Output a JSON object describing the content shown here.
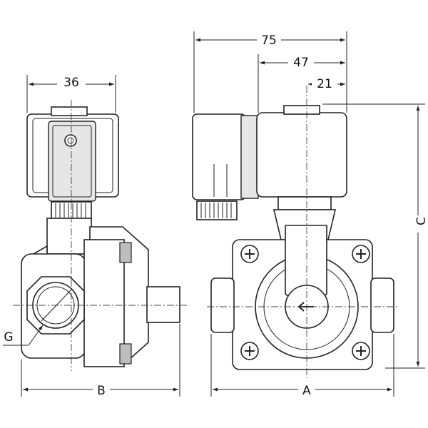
{
  "dimensions": {
    "left_width": "36",
    "overall_width": "75",
    "offset_47": "47",
    "offset_21": "21",
    "height_c": "C",
    "thread_g": "G",
    "length_b": "B",
    "length_a": "A"
  },
  "colors": {
    "line": "#222222",
    "fill_light": "#e6e6e6",
    "fill_dark": "#bdbdbd"
  }
}
